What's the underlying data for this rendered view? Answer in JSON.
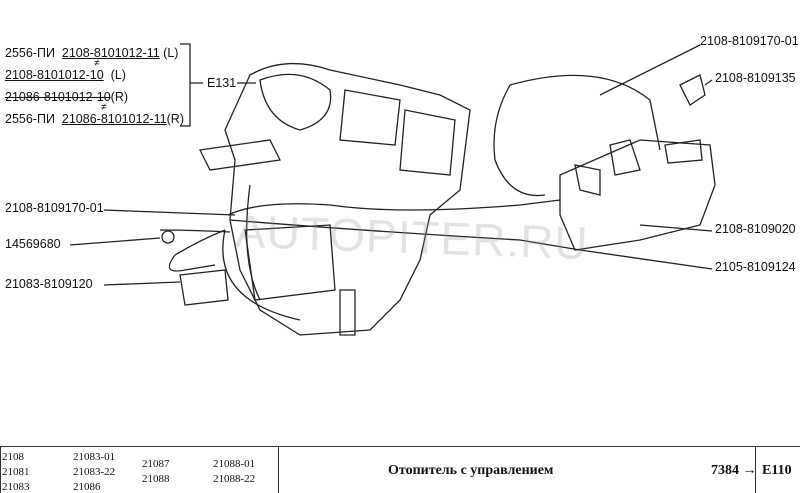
{
  "labels": {
    "e131_group": [
      {
        "prefix": "2556-ПИ",
        "part": "2108-8101012-11",
        "side": "(L)"
      },
      {
        "prefix": "",
        "part": "2108-8101012-10",
        "side": "(L)"
      },
      {
        "prefix": "",
        "part": "21086-8101012-10",
        "side": "(R)"
      },
      {
        "prefix": "2556-ПИ",
        "part": "21086-8101012-11",
        "side": "(R)"
      }
    ],
    "neq_symbol": "≠",
    "e131": "E131",
    "right_top_cable": "2108-8109170-01",
    "right_lever": "2108-8109135",
    "left_cable": "2108-8109170-01",
    "clamp": "14569680",
    "valve": "21083-8109120",
    "control_unit": "2108-8109020",
    "right_lower": "2105-8109124"
  },
  "watermark": "AUTOPITER.RU",
  "footer": {
    "models_col1": [
      "2108",
      "21081",
      "21083"
    ],
    "models_col2": [
      "21083-01",
      "21083-22",
      "21086"
    ],
    "models_col3": [
      "21087",
      "21088"
    ],
    "models_col4": [
      "21088-01",
      "21088-22"
    ],
    "title": "Отопитель с управлением",
    "page_code": "7384",
    "arrow": "→",
    "ref": "E110"
  }
}
